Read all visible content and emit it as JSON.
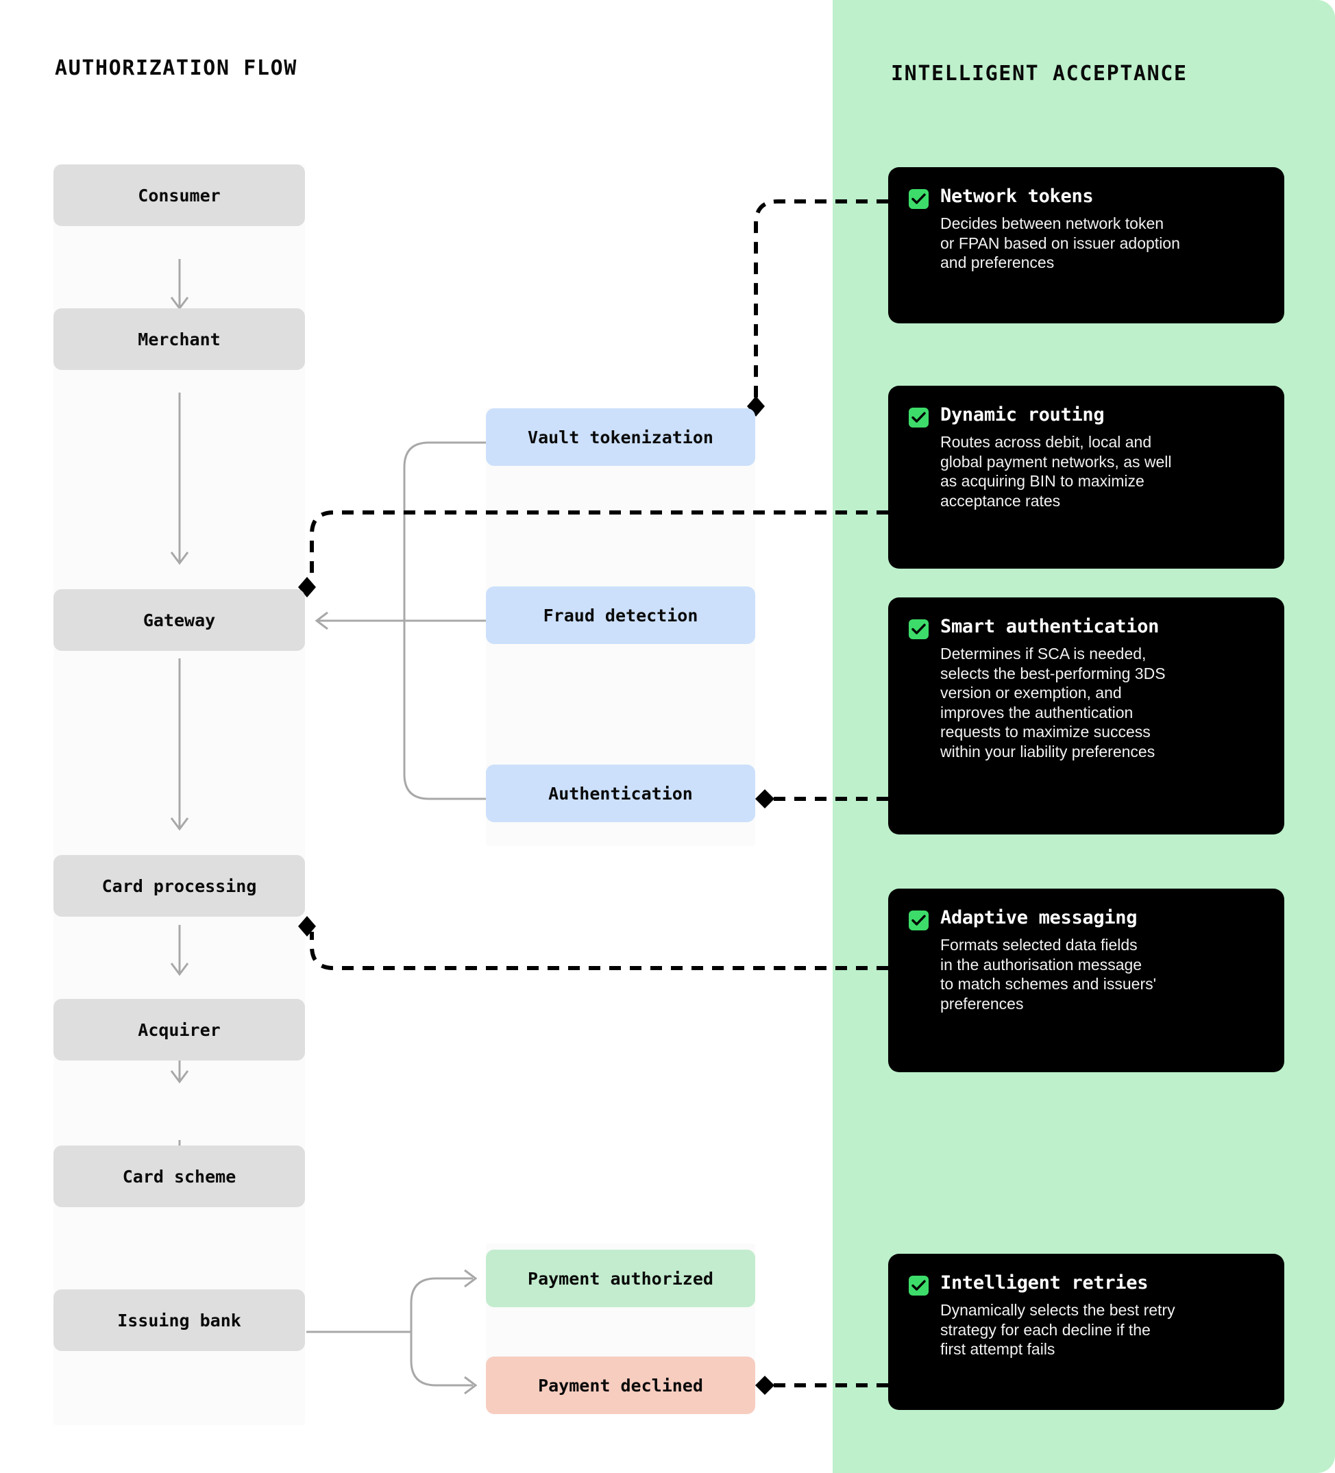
{
  "headers": {
    "left": "AUTHORIZATION FLOW",
    "right": "INTELLIGENT ACCEPTANCE"
  },
  "colors": {
    "panel_green": "#bdf0cb",
    "node_grey": "#dedede",
    "box_blue": "#cce0fb",
    "box_green": "#c3ecce",
    "box_red": "#f7cdc0",
    "card_black": "#000000",
    "check_green": "#3ddc6a",
    "connector_grey": "#a8a8a8",
    "column_bg": "#fafbfa"
  },
  "flow_nodes": [
    {
      "label": "Consumer"
    },
    {
      "label": "Merchant"
    },
    {
      "label": "Gateway"
    },
    {
      "label": "Card processing"
    },
    {
      "label": "Acquirer"
    },
    {
      "label": "Card scheme"
    },
    {
      "label": "Issuing bank"
    }
  ],
  "service_boxes": [
    {
      "label": "Vault tokenization",
      "kind": "blue"
    },
    {
      "label": "Fraud detection",
      "kind": "blue"
    },
    {
      "label": "Authentication",
      "kind": "blue"
    }
  ],
  "outcome_boxes": [
    {
      "label": "Payment authorized",
      "kind": "ok"
    },
    {
      "label": "Payment declined",
      "kind": "bad"
    }
  ],
  "feature_cards": [
    {
      "icon": "checkbox-checked-icon",
      "title": "Network tokens",
      "body": "Decides between network token\nor FPAN based on issuer adoption\nand preferences"
    },
    {
      "icon": "checkbox-checked-icon",
      "title": "Dynamic routing",
      "body": "Routes across debit, local and\nglobal payment networks, as well\nas acquiring BIN to maximize\nacceptance rates"
    },
    {
      "icon": "checkbox-checked-icon",
      "title": "Smart authentication",
      "body": "Determines if SCA is needed,\nselects the best-performing 3DS\nversion or exemption, and\nimproves the authentication\nrequests to maximize success\nwithin your liability preferences"
    },
    {
      "icon": "checkbox-checked-icon",
      "title": "Adaptive messaging",
      "body": "Formats selected data fields\nin the authorisation message\nto match schemes and issuers'\npreferences"
    },
    {
      "icon": "checkbox-checked-icon",
      "title": "Intelligent retries",
      "body": "Dynamically selects the best retry\nstrategy for each decline if the\nfirst attempt fails"
    }
  ]
}
